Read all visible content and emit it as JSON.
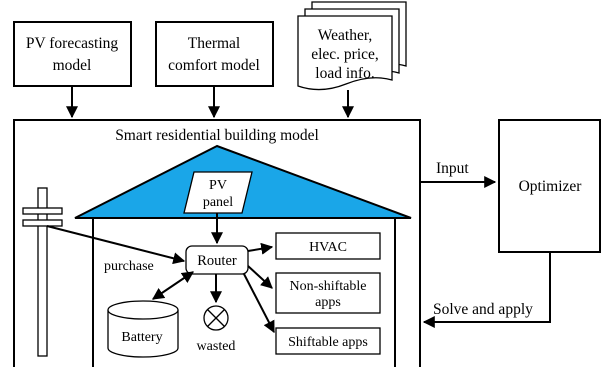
{
  "inputs": {
    "pv_forecasting": [
      "PV forecasting",
      "model"
    ],
    "thermal_comfort": [
      "Thermal",
      "comfort model"
    ],
    "weather_doc": [
      "Weather,",
      "elec. price,",
      "load info."
    ]
  },
  "building": {
    "title": "Smart residential building model",
    "pv_panel": [
      "PV",
      "panel"
    ],
    "router": "Router",
    "hvac": "HVAC",
    "non_shiftable": [
      "Non-shiftable",
      "apps"
    ],
    "shiftable": "Shiftable apps",
    "battery": "Battery",
    "wasted": "wasted",
    "purchase": "purchase"
  },
  "optimizer": {
    "label": "Optimizer",
    "input_label": "Input",
    "solve_label": "Solve and apply"
  },
  "colors": {
    "roof": "#1aa6e8",
    "stroke": "#000000",
    "background": "#ffffff"
  }
}
